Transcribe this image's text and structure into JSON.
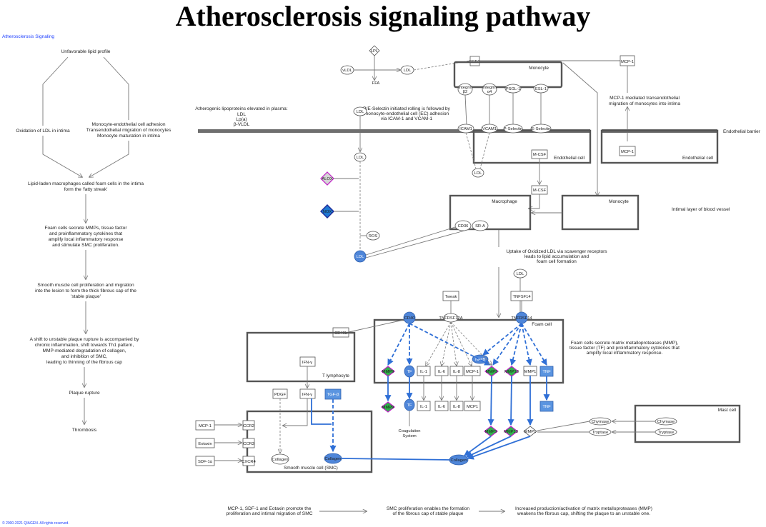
{
  "title": "Atherosclerosis signaling pathway",
  "header_link": "Atherosclerosis Signaling",
  "copyright": "© 2000-2021 QIAGEN. All rights reserved.",
  "left_flow": [
    "Unfavorable lipid profile",
    "Oxidation of LDL in intima",
    "Monocyte-endothelial cell adhesion",
    "Transendothelial migration of monocytes",
    "Monocyte maturation in intima",
    "Lipid-laden macrophages called foam cells in the intima",
    "form the 'fatty streak'",
    "Foam cells secrete MMPs, tissue factor",
    "and proinflammatory cytokines that",
    "amplify local inflammatory response",
    "and stimulate SMC proliferation.",
    "Smooth muscle cell proliferation and migration",
    "into the lesion to form the thick fibrous cap of the",
    "'stable plaque'",
    "A shift to unstable plaque rupture is accompanied by",
    "chronic inflammation, shift towards Th1 pattern,",
    "MMP-mediated degradation of collagen,",
    "and inhibition of SMC,",
    "leading to thinning of the fibrous cap",
    "Plaque rupture",
    "Thrombosis"
  ],
  "notes": {
    "lipoproteins": [
      "Atherogenic lipoproteins elevated in plasma:",
      "LDL",
      "Lp(a)",
      "β-VLDL"
    ],
    "rolling": [
      "P/E-Selectin initiated rolling is followed by",
      "monocyte-endothelial cell (EC) adhesion",
      "via ICAM-1 and VCAM-1"
    ],
    "mcp1": [
      "MCP-1 mediated transendothelial",
      "migration of monocytes into intima"
    ],
    "barrier": "Endothelial barrier",
    "intimal": "Intimal layer of blood vessel",
    "uptake": [
      "Uptake of Oxidized LDL via scavenger receptors",
      "leads to lipid accumulation and",
      "foam cell formation"
    ],
    "foam": [
      "Foam cells secrete matrix metalloproteases (MMP),",
      "tissue factor (TF) and proinflammatory cytokines that",
      "amplify local inflammatory response."
    ],
    "bottom": [
      [
        "MCP-1, SDF-1 and Eotaxin promote the",
        "proliferation and intimal migration of SMC"
      ],
      [
        "SMC proliferation enables the formation",
        "of the fibrous cap of stable plaque"
      ],
      [
        "Increased production/activation of matrix metalloproteases (MMP)",
        "weakens the fibrous cap, shifting the plaque to an unstable one."
      ]
    ]
  },
  "compartments": {
    "monocyte_top": "Monocyte",
    "endothelial_1": "Endothelial cell",
    "endothelial_2": "Endothelial cell",
    "macrophage": "Macrophage",
    "monocyte_mid": "Monocyte",
    "foam_cell": "Foam cell",
    "t_lymphocyte": "T lymphocyte",
    "smc": "Smooth muscle cell (SMC)",
    "mast_cell": "Mast cell"
  },
  "nodes": {
    "lpl": "LPL",
    "vldl": "vLDL",
    "ldl_a": "LDL",
    "ffa": "FFA",
    "ccr2_top": "CCR2",
    "mcp1_top": "MCP-1",
    "mcp1_ec": "MCP-1",
    "integrin_b2": [
      "Integrin",
      "β2"
    ],
    "integrin_a4": [
      "Integrin",
      "α4"
    ],
    "psgl1": "PSGL-1",
    "esl1": "ESL-1",
    "icam1": "ICAM1",
    "vcam1": "VCAM1",
    "pselectin": "P-Selectin",
    "eselectin": "E-Selectin",
    "ldl_plasma": "LDL",
    "ldl_mid": "LDL",
    "ldl_ec": "LDL",
    "ldl_foam": "LDL",
    "ldl_ox": "LDL",
    "mcsf_1": "M-CSF",
    "mcsf_2": "M-CSF",
    "alox": "ALOX",
    "nox": "NOX",
    "ros": "ROS",
    "cd36": "CD36",
    "sra": "SR-A",
    "tweak": "Tweak",
    "tnfsf14": "TNFSF14",
    "tnfrsf12a": "TNFRSF12A",
    "tnfrsf14": "TNFRSF14",
    "cd40": "CD40",
    "cd40l": "CD40L",
    "ifng_1": "IFN-γ",
    "ifng_2": "IFN-γ",
    "mmp9": "MMP9",
    "tf1": "TF",
    "il1": "IL-1",
    "il6": "IL-6",
    "il8": "IL-8",
    "mcp1_foam": "MCP-1",
    "mmp3": "MMP3",
    "mmp13": "MMP13",
    "mmp1": "MMP1",
    "tnf1": "TNF",
    "nfkb": "NFkB",
    "mmp9_out": "MMP9",
    "tf2": "TF",
    "il1_out": "IL-1",
    "il6_out": "IL-6",
    "il8_out": "IL-8",
    "mcp1_out": "MCP1",
    "tnf2": "TNF",
    "coag": [
      "Coagulation",
      "System"
    ],
    "mmp3_out": "MMP3",
    "mmp13_out": "MMP13",
    "mmp1_out": "MMP1",
    "pdgf": "PDGF",
    "tgfb": "TGF-β",
    "mcp1_smc": "MCP-1",
    "eotaxin": "Eotaxin",
    "sdf1": "SDF-1α",
    "ccr2": "CCR2",
    "ccr3": "CCR3",
    "cxcr4": "CXCR4",
    "collagen_1": "Collagen",
    "collagen_2": "Collagen",
    "collagen_3": "Collagen",
    "chymase_1": "Chymase",
    "chymase_2": "Chymase",
    "tryptase_1": "Tryptase",
    "tryptase_2": "Tryptase"
  },
  "colors": {
    "up_blue": "#4f86d9",
    "green": "#2fb24a",
    "magenta": "#c01ec6",
    "link": "#1a3cff"
  }
}
